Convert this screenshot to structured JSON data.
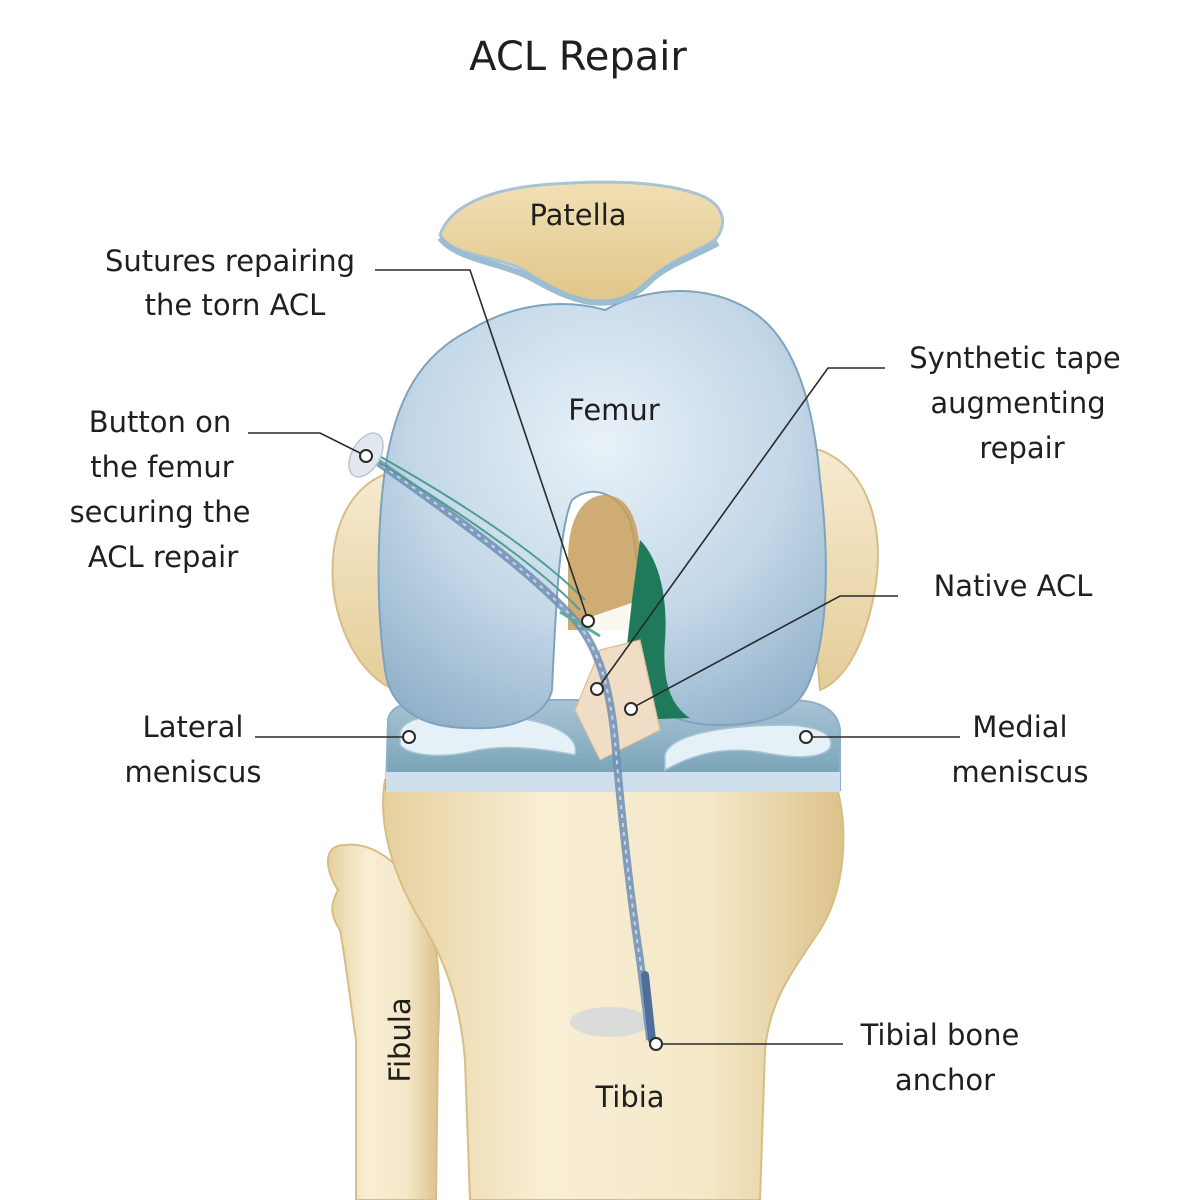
{
  "title": "ACL Repair",
  "structures": {
    "patella": "Patella",
    "femur": "Femur",
    "tibia": "Tibia",
    "fibula": "Fibula"
  },
  "callouts": {
    "sutures": [
      "Sutures repairing",
      "the torn ACL"
    ],
    "button": [
      "Button on",
      "the femur",
      "securing the",
      "ACL repair"
    ],
    "synthetic_tape": [
      "Synthetic tape",
      "augmenting",
      "repair"
    ],
    "native_acl": [
      "Native ACL"
    ],
    "lateral_meniscus": [
      "Lateral",
      "meniscus"
    ],
    "medial_meniscus": [
      "Medial",
      "meniscus"
    ],
    "tibial_anchor": [
      "Tibial bone",
      "anchor"
    ]
  },
  "colors": {
    "bone": "#f4e7c6",
    "bone_shade": "#dfc58f",
    "cartilage": "#b9d1e2",
    "cartilage_dark": "#8fb0c8",
    "ligament": "#1f7a5c",
    "acl": "#f0ddc6",
    "tape": "#6f8fb5"
  }
}
